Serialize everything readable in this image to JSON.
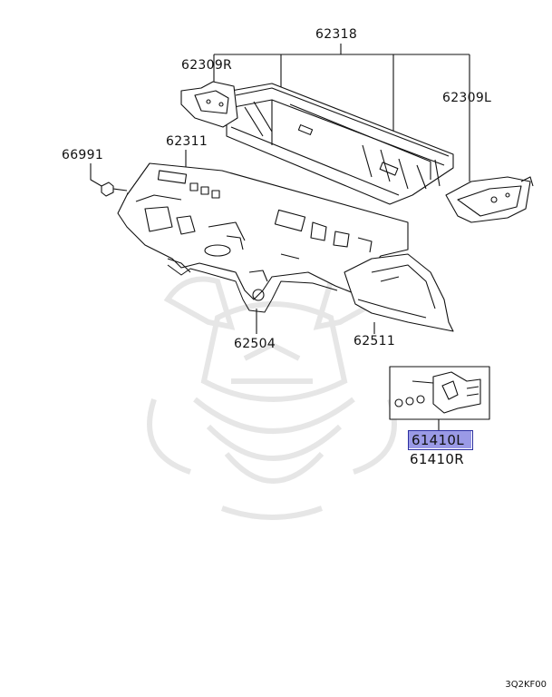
{
  "parts": {
    "p62318": "62318",
    "p62309R": "62309R",
    "p62309L": "62309L",
    "p66991": "66991",
    "p62311": "62311",
    "p62504": "62504",
    "p62511": "62511",
    "p61410L": "61410L",
    "p61410R": "61410R"
  },
  "diagram_code": "3Q2KF00",
  "highlight_color": "#9a9ae6"
}
